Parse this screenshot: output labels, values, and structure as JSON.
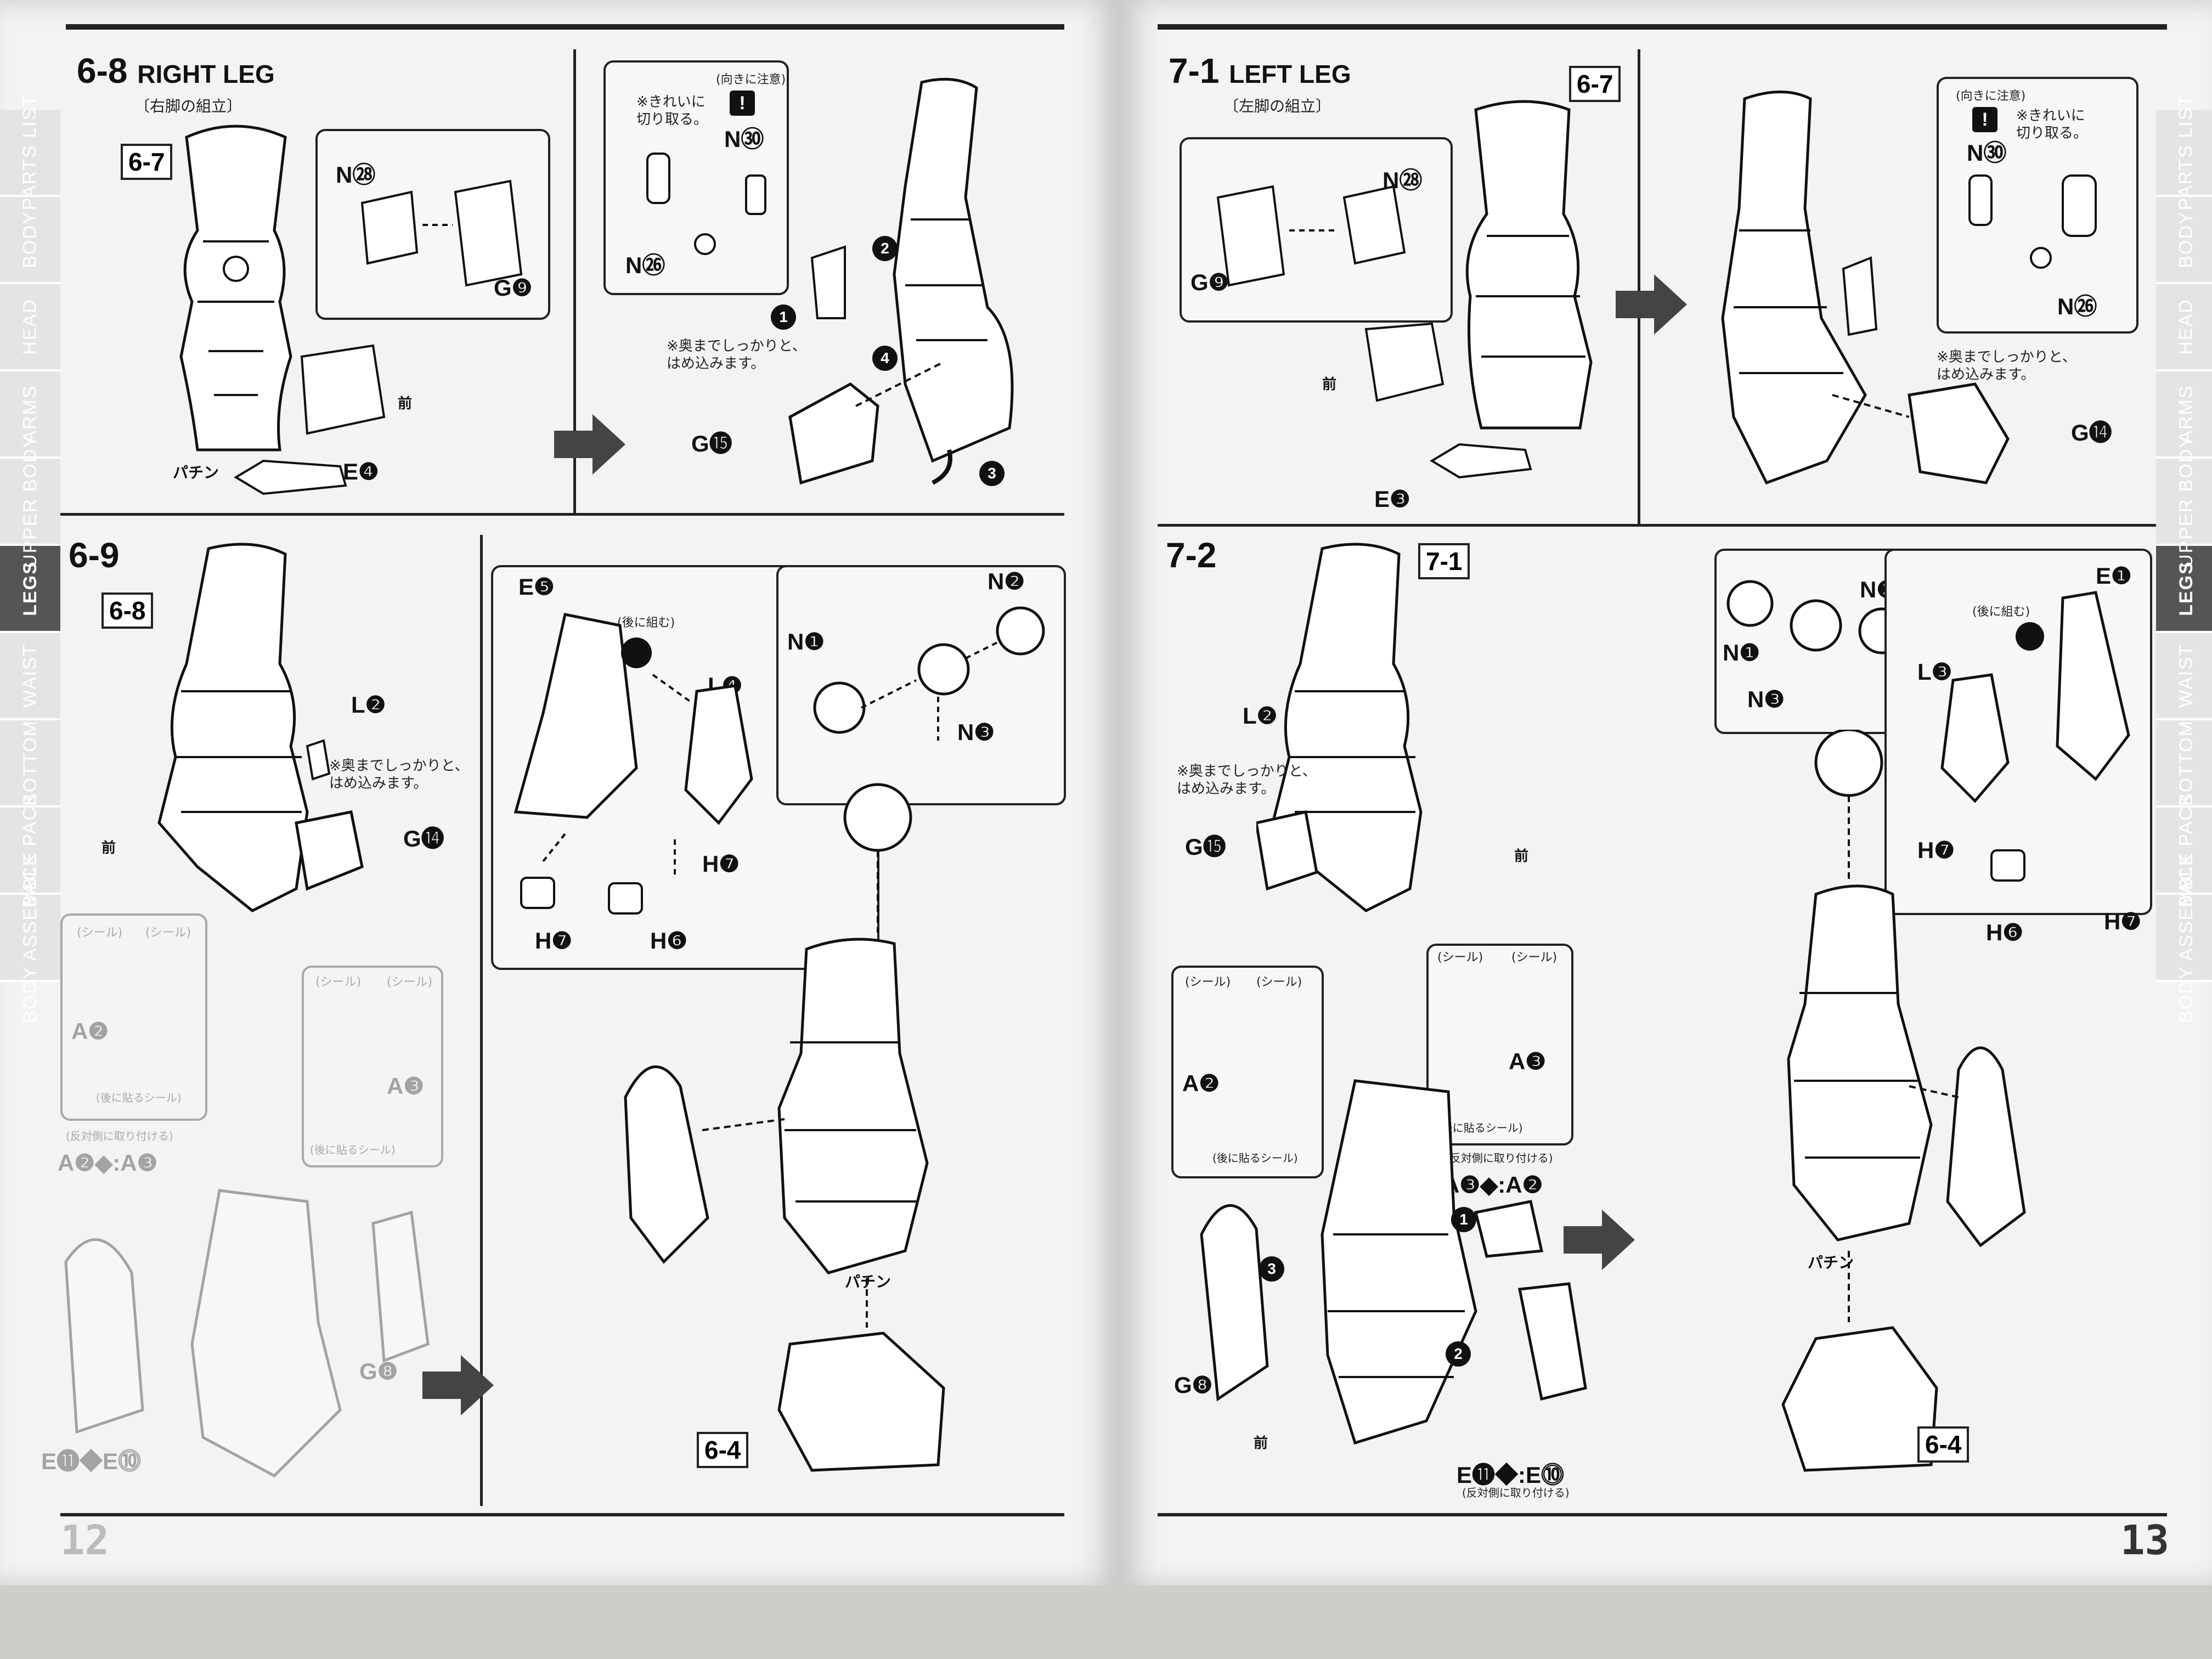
{
  "left_page": {
    "page_number": "12",
    "side_tabs": [
      {
        "label": "PARTS LIST",
        "active": false
      },
      {
        "label": "BODY",
        "active": false
      },
      {
        "label": "HEAD",
        "active": false
      },
      {
        "label": "ARMS",
        "active": false
      },
      {
        "label": "UPPER BODY",
        "active": false
      },
      {
        "label": "LEGS",
        "active": true
      },
      {
        "label": "WAIST",
        "active": false
      },
      {
        "label": "BOTTOM",
        "active": false
      },
      {
        "label": "BACK PACK",
        "active": false
      },
      {
        "label": "BODY ASSEMBLE",
        "active": false
      }
    ],
    "step_6_8": {
      "number": "6-8",
      "title": "RIGHT LEG",
      "subtitle_jp": "〔右脚の組立〕",
      "ref": "6-7",
      "labels": {
        "n28": "N㉘",
        "g9": "G❾",
        "e4": "E❹",
        "g15": "G⓯",
        "n26": "N㉖",
        "n30": "N㉚",
        "front": "前",
        "click": "パチン"
      },
      "notes": {
        "careful": "(向きに注意)",
        "cut_clean": "※きれいに\n切り取る。",
        "insert_fully": "※奥までしっかりと、\nはめ込みます。"
      },
      "order": [
        "1",
        "2",
        "3",
        "4"
      ]
    },
    "step_6_9": {
      "number": "6-9",
      "ref": "6-8",
      "ref_bottom": "6-4",
      "labels": {
        "l2": "L❷",
        "g14": "G⓮",
        "front": "前",
        "e5": "E❺",
        "l4": "L❹",
        "h7a": "H❼",
        "h7b": "H❼",
        "h6": "H❻",
        "n1": "N❶",
        "n2": "N❷",
        "n3": "N❸",
        "a2": "A❷",
        "a3": "A❸",
        "g8": "G❽",
        "click": "パチン",
        "e_swap": "E⓫◆E⓾"
      },
      "notes": {
        "insert_fully": "※奥までしっかりと、\nはめ込みます。",
        "assemble_later": "(後に組む)",
        "seal": "(シール)",
        "seal_later": "(後に貼るシール)",
        "opposite_side": "(反対側に取り付ける)",
        "a2_a3": "A❷◆:A❸"
      }
    }
  },
  "right_page": {
    "page_number": "13",
    "side_tabs": [
      {
        "label": "PARTS LIST",
        "active": false
      },
      {
        "label": "BODY",
        "active": false
      },
      {
        "label": "HEAD",
        "active": false
      },
      {
        "label": "ARMS",
        "active": false
      },
      {
        "label": "UPPER BODY",
        "active": false
      },
      {
        "label": "LEGS",
        "active": true
      },
      {
        "label": "WAIST",
        "active": false
      },
      {
        "label": "BOTTOM",
        "active": false
      },
      {
        "label": "BACK PACK",
        "active": false
      },
      {
        "label": "BODY ASSEMBLE",
        "active": false
      }
    ],
    "step_7_1": {
      "number": "7-1",
      "title": "LEFT LEG",
      "subtitle_jp": "〔左脚の組立〕",
      "ref": "6-7",
      "labels": {
        "n28": "N㉘",
        "g9": "G❾",
        "e3": "E❸",
        "g14": "G⓮",
        "n26": "N㉖",
        "n30": "N㉚",
        "front": "前"
      },
      "notes": {
        "careful": "(向きに注意)",
        "cut_clean": "※きれいに\n切り取る。",
        "insert_fully": "※奥までしっかりと、\nはめ込みます。"
      }
    },
    "step_7_2": {
      "number": "7-2",
      "ref": "7-1",
      "ref_bottom": "6-4",
      "labels": {
        "l2": "L❷",
        "g15": "G⓯",
        "front": "前",
        "n1": "N❶",
        "n2": "N❷",
        "n3": "N❸",
        "e1": "E❶",
        "l3": "L❸",
        "h7a": "H❼",
        "h7b": "H❼",
        "h6": "H❻",
        "a2": "A❷",
        "a3": "A❸",
        "g8": "G❽",
        "click": "パチン",
        "front2": "前"
      },
      "notes": {
        "insert_fully": "※奥までしっかりと、\nはめ込みます。",
        "assemble_later": "(後に組む)",
        "seal": "(シール)",
        "seal_later": "(後に貼るシール)",
        "opposite_side": "(反対側に取り付ける)",
        "opposite_side2": "(反対側に取り付ける)",
        "a3_a2": "A❸◆:A❷",
        "e11_e10": "E⓫◆:E⓾"
      }
    }
  },
  "colors": {
    "ink": "#111111",
    "paper": "#f3f3f3",
    "tab_bg": "#e4e4e4",
    "tab_active": "#555555",
    "bg": "#cfcdc9"
  }
}
